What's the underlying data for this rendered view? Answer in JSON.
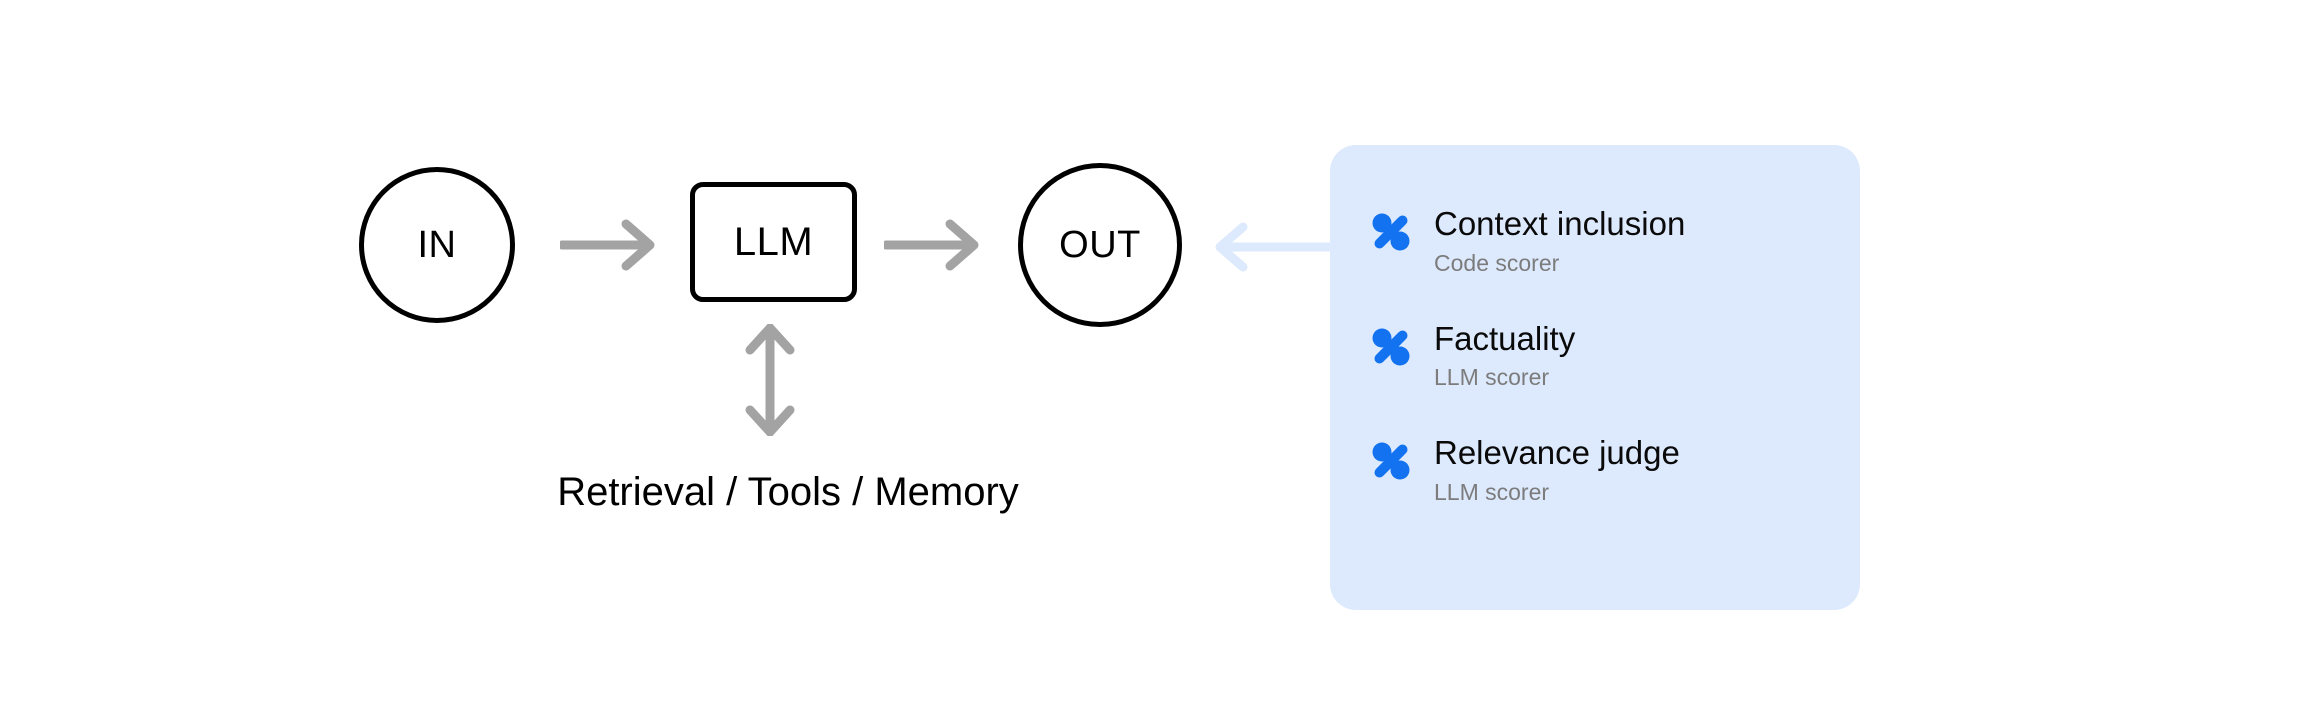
{
  "diagram": {
    "pipeline": {
      "input_node": {
        "label": "IN",
        "icon": "circle-node-icon"
      },
      "model_node": {
        "label": "LLM",
        "icon": "rounded-box-node-icon"
      },
      "output_node": {
        "label": "OUT",
        "icon": "circle-node-icon"
      },
      "arrow_in_to_llm": {
        "icon": "arrow-right-icon",
        "color": "#A3A3A3"
      },
      "arrow_llm_to_out": {
        "icon": "arrow-right-icon",
        "color": "#A3A3A3"
      },
      "arrow_llm_to_tools": {
        "icon": "arrow-up-down-icon",
        "color": "#A3A3A3"
      },
      "arrow_scorers_to_out": {
        "icon": "arrow-left-icon",
        "color": "#DDE9FD"
      },
      "tools_caption": "Retrieval / Tools / Memory"
    },
    "scorer_panel": {
      "background_color": "#DDE9FD",
      "accent_color": "#1272F0",
      "items": [
        {
          "title": "Context inclusion",
          "subtitle": "Code scorer",
          "icon": "percent-scorer-icon"
        },
        {
          "title": "Factuality",
          "subtitle": "LLM scorer",
          "icon": "percent-scorer-icon"
        },
        {
          "title": "Relevance judge",
          "subtitle": "LLM scorer",
          "icon": "percent-scorer-icon"
        }
      ]
    }
  }
}
